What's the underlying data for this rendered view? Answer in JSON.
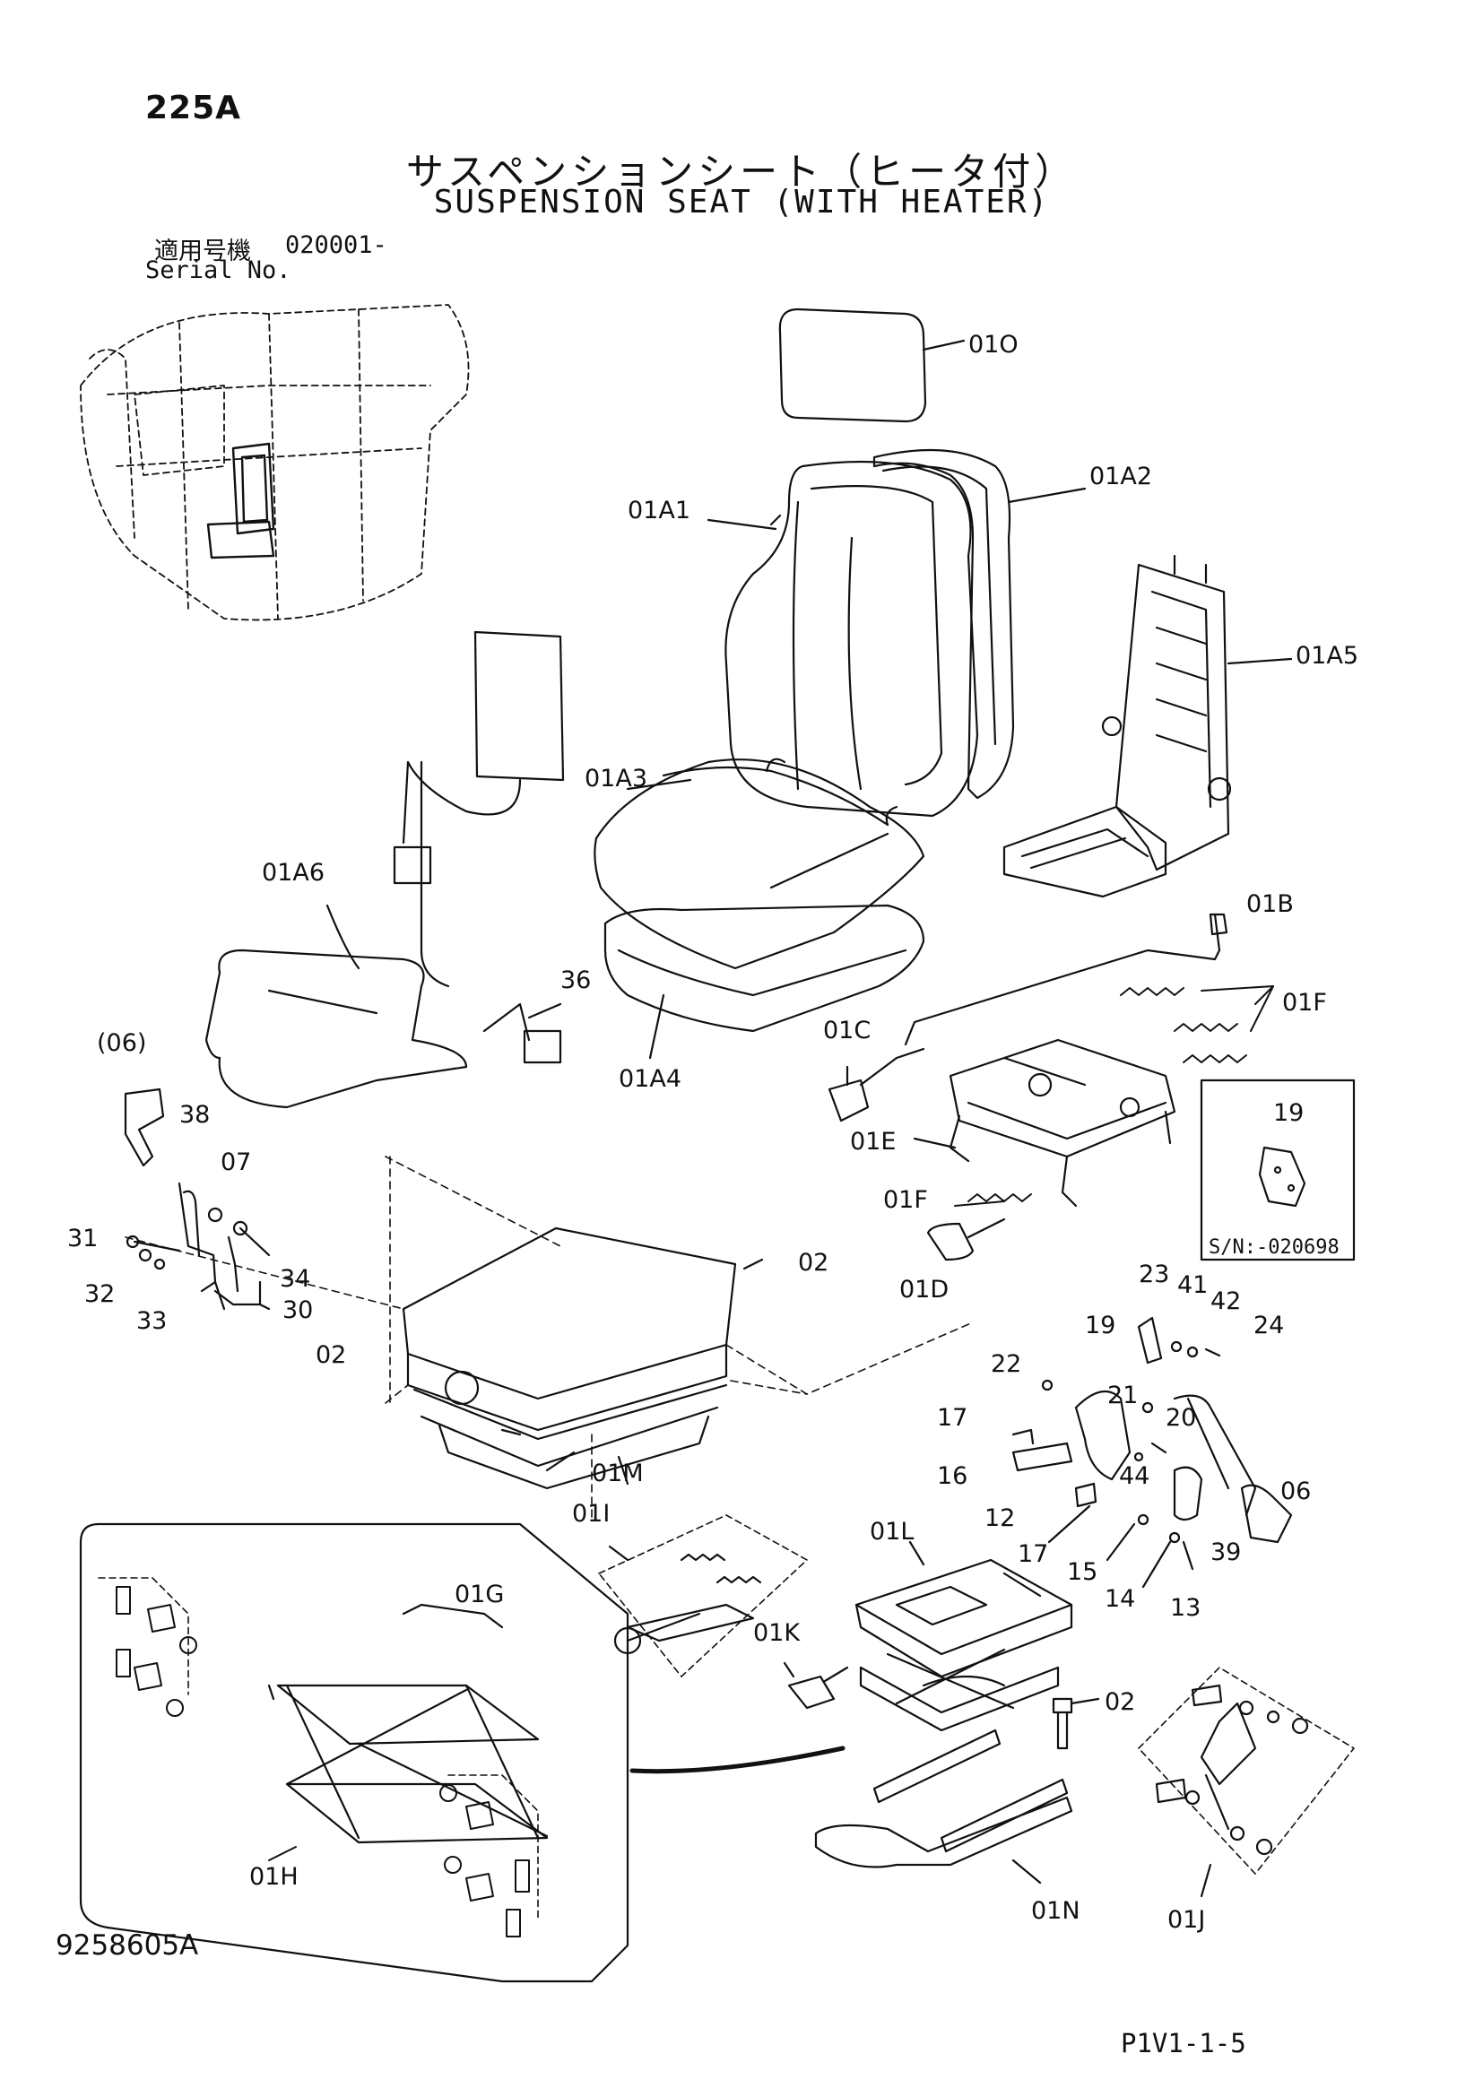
{
  "header": {
    "page_code": "225A",
    "title_jp": "サスペンションシート（ヒータ付）",
    "title_en": "SUSPENSION SEAT (WITH HEATER)",
    "serial_label_jp": "適用号機",
    "serial_code": "020001-",
    "serial_label_en": "Serial No."
  },
  "footer": {
    "doc_number": "9258605A",
    "page_ref": "P1V1-1-5"
  },
  "inset": {
    "part": "19",
    "serial_note": "S/N:-020698"
  },
  "callouts": [
    {
      "id": "01O",
      "label": "01O"
    },
    {
      "id": "01A2",
      "label": "01A2"
    },
    {
      "id": "01A1",
      "label": "01A1"
    },
    {
      "id": "01A5",
      "label": "01A5"
    },
    {
      "id": "01A3",
      "label": "01A3"
    },
    {
      "id": "01A6",
      "label": "01A6"
    },
    {
      "id": "01B",
      "label": "01B"
    },
    {
      "id": "36",
      "label": "36"
    },
    {
      "id": "01F-a",
      "label": "01F"
    },
    {
      "id": "01C",
      "label": "01C"
    },
    {
      "id": "01A4",
      "label": "01A4"
    },
    {
      "id": "06-a",
      "label": "(06)"
    },
    {
      "id": "38",
      "label": "38"
    },
    {
      "id": "07",
      "label": "07"
    },
    {
      "id": "01E",
      "label": "01E"
    },
    {
      "id": "01F-b",
      "label": "01F"
    },
    {
      "id": "31",
      "label": "31"
    },
    {
      "id": "34",
      "label": "34"
    },
    {
      "id": "02-a",
      "label": "02"
    },
    {
      "id": "32",
      "label": "32"
    },
    {
      "id": "30",
      "label": "30"
    },
    {
      "id": "33",
      "label": "33"
    },
    {
      "id": "01D",
      "label": "01D"
    },
    {
      "id": "23",
      "label": "23"
    },
    {
      "id": "41",
      "label": "41"
    },
    {
      "id": "42",
      "label": "42"
    },
    {
      "id": "19",
      "label": "19"
    },
    {
      "id": "24",
      "label": "24"
    },
    {
      "id": "02-b",
      "label": "02"
    },
    {
      "id": "22",
      "label": "22"
    },
    {
      "id": "21",
      "label": "21"
    },
    {
      "id": "20",
      "label": "20"
    },
    {
      "id": "17-a",
      "label": "17"
    },
    {
      "id": "01M",
      "label": "01M"
    },
    {
      "id": "44",
      "label": "44"
    },
    {
      "id": "06-b",
      "label": "06"
    },
    {
      "id": "16",
      "label": "16"
    },
    {
      "id": "01I",
      "label": "01I"
    },
    {
      "id": "01L",
      "label": "01L"
    },
    {
      "id": "12",
      "label": "12"
    },
    {
      "id": "39",
      "label": "39"
    },
    {
      "id": "17-b",
      "label": "17"
    },
    {
      "id": "15",
      "label": "15"
    },
    {
      "id": "14",
      "label": "14"
    },
    {
      "id": "13",
      "label": "13"
    },
    {
      "id": "01G",
      "label": "01G"
    },
    {
      "id": "01K",
      "label": "01K"
    },
    {
      "id": "02-c",
      "label": "02"
    },
    {
      "id": "01H",
      "label": "01H"
    },
    {
      "id": "01N",
      "label": "01N"
    },
    {
      "id": "01J",
      "label": "01J"
    }
  ]
}
